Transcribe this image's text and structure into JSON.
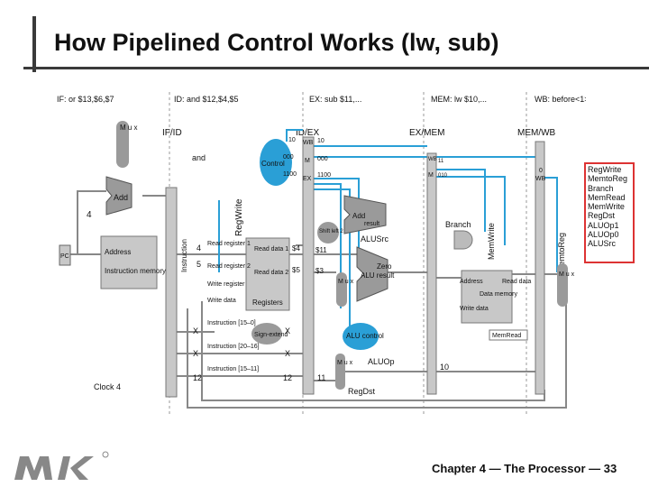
{
  "slide": {
    "title": "How Pipelined Control Works (lw, sub)",
    "footer": "Chapter 4 — The Processor — 33"
  },
  "stages": {
    "if": "IF: or $13,$6,$7",
    "id": "ID: and $12,$4,$5",
    "ex": "EX: sub $11,...",
    "mem": "MEM: lw $10,...",
    "wb": "WB: before<1>"
  },
  "pipeline_regs": {
    "ifid": "IF/ID",
    "idex": "ID/EX",
    "exmem": "EX/MEM",
    "memwb": "MEM/WB"
  },
  "control_fields": {
    "wb": "WB",
    "m": "M",
    "ex": "EX",
    "id_wb_val": "10",
    "id_m_val": "000",
    "id_ex_val": "1100",
    "ex_wb_val": "10",
    "ex_m_val": "000",
    "ex_ex_val": "1100",
    "mem_wb_val": "11",
    "mem_m_val": "010",
    "wb_val": "0"
  },
  "blocks": {
    "pc": "PC",
    "add": "Add",
    "add_result": "result",
    "shift": "Shift left 2",
    "control": "Control",
    "alu": "ALU",
    "alu_result": "ALU result",
    "zero": "Zero",
    "alu_control": "ALU control",
    "sign_extend": "Sign-extend",
    "registers": "Registers",
    "instruction_memory": "Instruction memory",
    "data_memory": "Data memory",
    "mux": "M u x"
  },
  "ports": {
    "address": "Address",
    "instruction": "Instruction",
    "read_register_1": "Read register 1",
    "read_register_2": "Read register 2",
    "write_register": "Write register",
    "write_data": "Write data",
    "read_data_1": "Read data 1",
    "read_data_2": "Read data 2",
    "mem_address": "Address",
    "mem_read_data": "Read data",
    "mem_write_data": "Write data",
    "instr_15_0": "Instruction [15–0]",
    "instr_20_16": "Instruction [20–16]",
    "instr_15_11": "Instruction [15–11]"
  },
  "signals": {
    "reg_write": "RegWrite",
    "mem_write": "MemWrite",
    "mem_to_reg": "MemtoReg",
    "branch": "Branch",
    "alu_src": "ALUSrc",
    "alu_op": "ALUOp",
    "reg_dst": "RegDst",
    "mem_read": "MemRead",
    "clock": "Clock 4"
  },
  "values": {
    "four": "4",
    "and": "and",
    "reg4": "4",
    "reg5": "5",
    "d4": "$4",
    "d5": "$5",
    "d11": "$11",
    "d3": "$3",
    "x1": "X",
    "x2": "X",
    "x3": "X",
    "x4": "X",
    "r12": "12",
    "r12b": "12",
    "r11": "11",
    "r10": "10"
  },
  "legend": [
    "RegWrite",
    "MemtoReg",
    "Branch",
    "MemRead",
    "MemWrite",
    "RegDst",
    "ALUOp1",
    "ALUOp0",
    "ALUSrc"
  ],
  "colors": {
    "control": "#2a9fd6",
    "reg": "#c8c8c8",
    "block": "#9a9a9a",
    "legend_border": "#dd3333"
  }
}
